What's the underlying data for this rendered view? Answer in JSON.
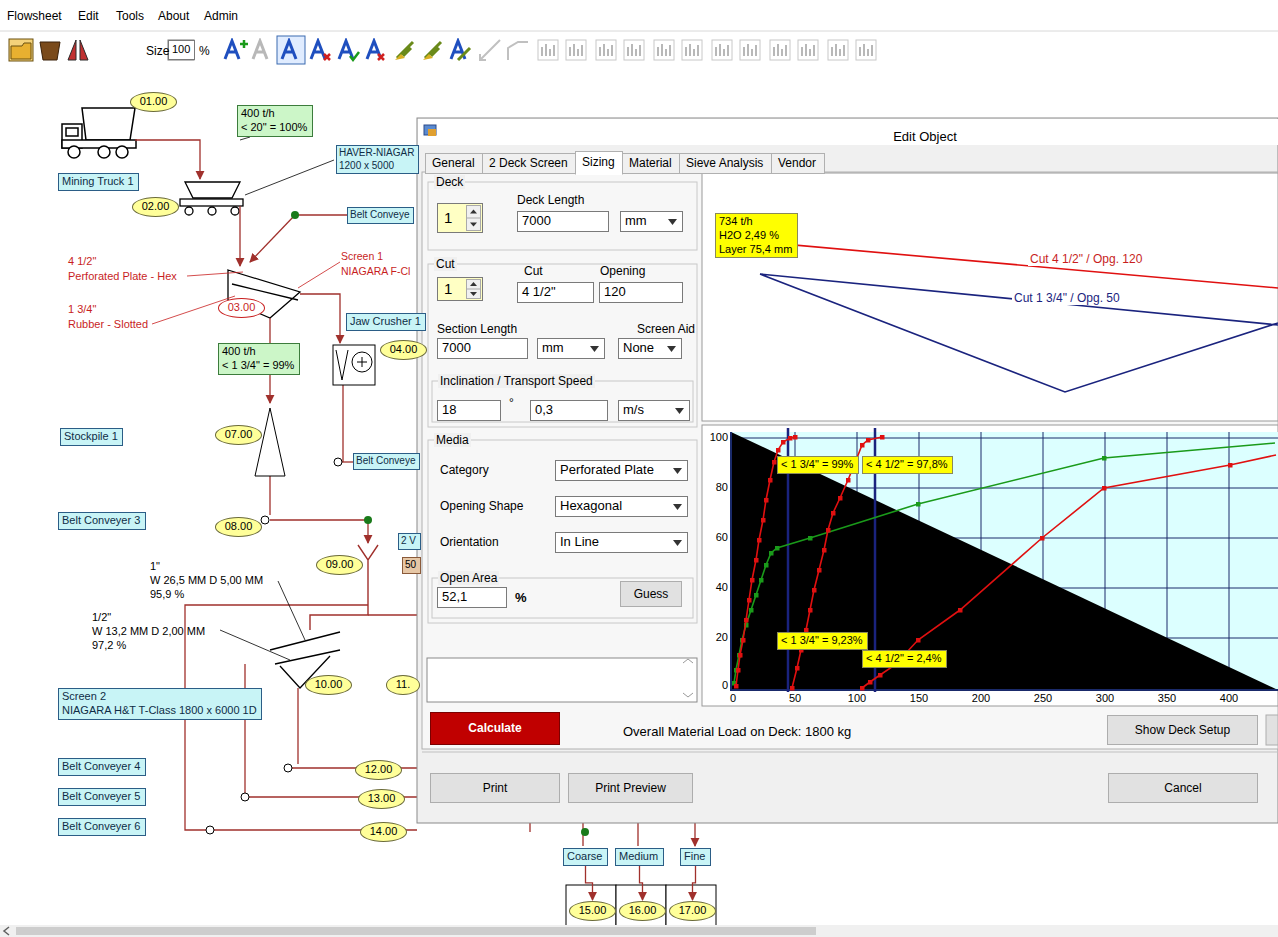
{
  "diagram": {
    "nodes": [
      {
        "text": [
          "01.00"
        ]
      },
      {
        "text": [
          "400 t/h",
          "< 20\" = 100%"
        ]
      },
      {
        "text": [
          "Mining Truck 1"
        ]
      },
      {
        "text": [
          "02.00"
        ]
      },
      {
        "text": [
          "HAVER-NIAGAR",
          "1200 x 5000"
        ]
      },
      {
        "text": [
          "Belt Conveye"
        ]
      },
      {
        "text": [
          "03.00"
        ]
      },
      {
        "text": [
          "400 t/h",
          "< 1 3/4\" = 99%"
        ]
      },
      {
        "text": [
          "Jaw Crusher 1"
        ]
      },
      {
        "text": [
          "04.00"
        ]
      },
      {
        "text": [
          "07.00"
        ]
      },
      {
        "text": [
          "Stockpile 1"
        ]
      },
      {
        "text": [
          "Belt Conveye"
        ]
      },
      {
        "text": [
          "Belt Conveyer 3"
        ]
      },
      {
        "text": [
          "08.00"
        ]
      },
      {
        "text": [
          "09.00"
        ]
      },
      {
        "text": [
          "2 V"
        ]
      },
      {
        "text": [
          "50"
        ]
      },
      {
        "text": [
          "Screen 2",
          "NIAGARA H&T T-Class 1800 x 6000 1D"
        ]
      },
      {
        "text": [
          "10.00"
        ]
      },
      {
        "text": [
          "11."
        ]
      },
      {
        "text": [
          "12.00"
        ]
      },
      {
        "text": [
          "Belt Conveyer 4"
        ]
      },
      {
        "text": [
          "13.00"
        ]
      },
      {
        "text": [
          "Belt Conveyer 5"
        ]
      },
      {
        "text": [
          "14.00"
        ]
      },
      {
        "text": [
          "Belt Conveyer 6"
        ]
      },
      {
        "text": [
          "Coarse"
        ]
      },
      {
        "text": [
          "Medium"
        ]
      },
      {
        "text": [
          "Fine"
        ]
      },
      {
        "text": [
          "15.00"
        ]
      },
      {
        "text": [
          "16.00"
        ]
      },
      {
        "text": [
          "17.00"
        ]
      },
      {
        "text": [
          "General"
        ]
      },
      {
        "text": [
          "2 Deck Screen"
        ]
      },
      {
        "text": [
          "Sizing"
        ]
      },
      {
        "text": [
          "Material"
        ]
      },
      {
        "text": [
          "Sieve Analysis"
        ]
      },
      {
        "text": [
          "Vendor"
        ]
      },
      {
        "text": [
          "1"
        ]
      },
      {
        "text": [
          "7000"
        ]
      },
      {
        "text": [
          "mm"
        ]
      },
      {
        "text": [
          "1"
        ]
      },
      {
        "text": [
          "4 1/2\""
        ]
      },
      {
        "text": [
          "120"
        ]
      },
      {
        "text": [
          "7000"
        ]
      },
      {
        "text": [
          "mm"
        ]
      },
      {
        "text": [
          "None"
        ]
      },
      {
        "text": [
          "18"
        ]
      },
      {
        "text": [
          "0,3"
        ]
      },
      {
        "text": [
          "m/s"
        ]
      },
      {
        "text": [
          "Perforated Plate"
        ]
      },
      {
        "text": [
          "Hexagonal"
        ]
      },
      {
        "text": [
          "In Line"
        ]
      },
      {
        "text": [
          "52,1"
        ]
      },
      {
        "text": [
          "Guess"
        ]
      },
      {
        "text": [
          "Calculate"
        ]
      },
      {
        "text": [
          "Show Deck Setup"
        ]
      },
      {
        "text": [
          "Print"
        ]
      },
      {
        "text": [
          "Print Preview"
        ]
      },
      {
        "text": [
          "Cancel"
        ]
      },
      {
        "text": [
          "734 t/h",
          "H2O 2,49 %",
          "Layer 75,4 mm"
        ]
      },
      {
        "text": [
          "< 1 3/4\" = 99%"
        ]
      },
      {
        "text": [
          "< 4 1/2\" = 97,8%"
        ]
      },
      {
        "text": [
          "< 1 3/4\" = 9,23%"
        ]
      },
      {
        "text": [
          "< 4 1/2\" = 2,4%"
        ]
      },
      {
        "text": [
          "100"
        ]
      }
    ],
    "edges": [
      {
        "from": 27,
        "to": 30,
        "arrow": "to"
      },
      {
        "from": 28,
        "to": 31,
        "arrow": "to"
      },
      {
        "from": 29,
        "to": 32,
        "arrow": "to"
      }
    ],
    "labels": [
      "Flowsheet",
      "Edit",
      "Tools",
      "About",
      "Admin",
      "Size",
      "%",
      "4 1/2\"",
      "Perforated Plate - Hex",
      "1 3/4\"",
      "Rubber - Slotted",
      "Screen 1",
      "NIAGARA F-Cl",
      "1\"",
      "W 26,5 MM D 5,00 MM",
      "95,9 %",
      "1/2\"",
      "W 13,2 MM D 2,00 MM",
      "97,2 %",
      "Edit Object",
      "Deck",
      "Deck Length",
      "Cut",
      "Cut",
      "Opening",
      "Section Length",
      "Screen Aid",
      "Inclination / Transport Speed",
      "°",
      "Media",
      "Category",
      "Opening Shape",
      "Orientation",
      "Open Area",
      "%",
      "Overall Material Load on Deck: 1800 kg",
      "Cut 4 1/2\" / Opg. 120",
      "Cut 1 3/4\" / Opg. 50",
      "100",
      "80",
      "60",
      "40",
      "20",
      "0",
      "0",
      "50",
      "100",
      "150",
      "200",
      "250",
      "300",
      "350",
      "400"
    ]
  }
}
